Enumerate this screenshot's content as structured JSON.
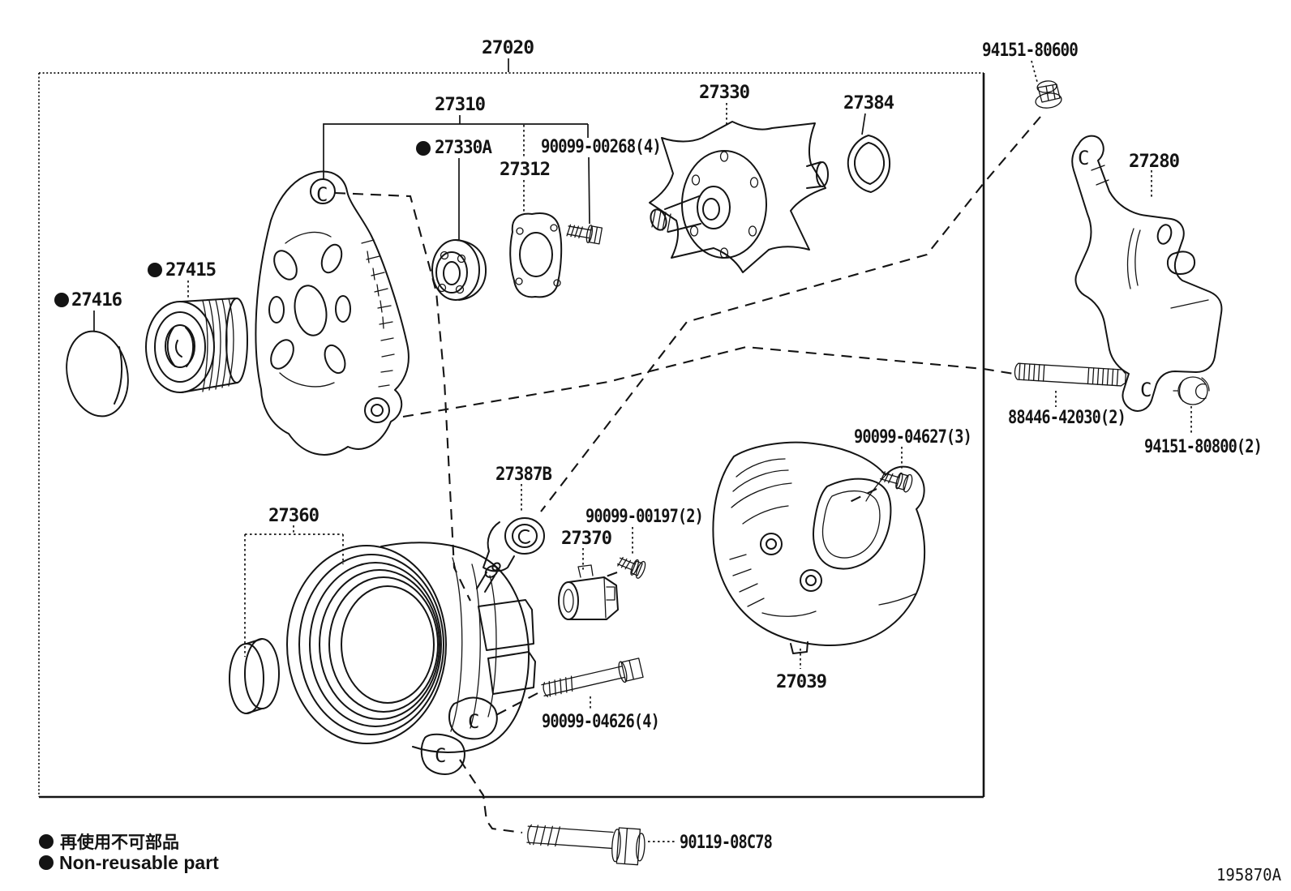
{
  "diagram": {
    "figure_code": "195870A",
    "hole_marker": "C",
    "legend": {
      "symbol": "non-reusable-bullet",
      "ja": "再使用不可部品",
      "en": "Non-reusable part"
    }
  },
  "parts": {
    "p27020": {
      "number": "27020"
    },
    "p94151_80600": {
      "number": "94151-80600"
    },
    "p27310": {
      "number": "27310"
    },
    "p27330A": {
      "number": "27330A",
      "non_reusable": true
    },
    "p90099_00268": {
      "number": "90099-00268(4)"
    },
    "p27312": {
      "number": "27312"
    },
    "p27330": {
      "number": "27330"
    },
    "p27384": {
      "number": "27384"
    },
    "p27280": {
      "number": "27280"
    },
    "p27415": {
      "number": "27415",
      "non_reusable": true
    },
    "p27416": {
      "number": "27416",
      "non_reusable": true
    },
    "p88446_42030": {
      "number": "88446-42030(2)"
    },
    "p94151_80800": {
      "number": "94151-80800(2)"
    },
    "p90099_04627": {
      "number": "90099-04627(3)"
    },
    "p27387B": {
      "number": "27387B"
    },
    "p27360": {
      "number": "27360"
    },
    "p90099_00197": {
      "number": "90099-00197(2)"
    },
    "p27370": {
      "number": "27370"
    },
    "p27039": {
      "number": "27039"
    },
    "p90099_04626": {
      "number": "90099-04626(4)"
    },
    "p90119_08C78": {
      "number": "90119-08C78"
    }
  }
}
